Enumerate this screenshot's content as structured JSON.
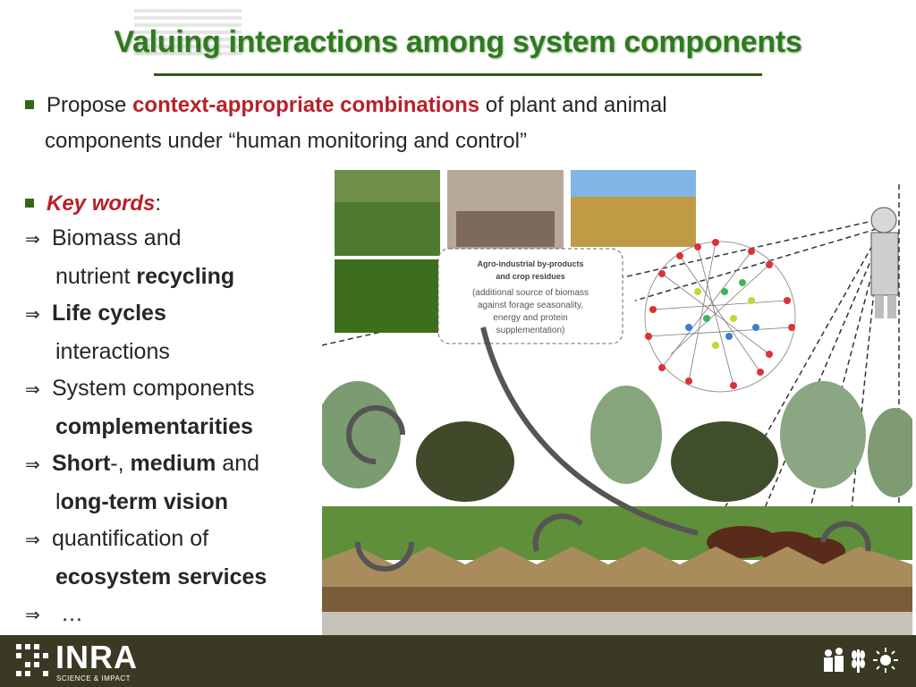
{
  "title": "Valuing interactions among system components",
  "intro": {
    "before": "Propose ",
    "highlight": "context-appropriate combinations",
    "after": " of plant and animal",
    "line2": "components under “human monitoring and control”"
  },
  "keywords_heading": {
    "label": "Key words",
    "colon": ":"
  },
  "keywords": [
    {
      "a": "Biomass and",
      "b1": "nutrient ",
      "b2": "recycling"
    },
    {
      "a_bold": "Life cycles",
      "b": "interactions"
    },
    {
      "a": "System components",
      "b_bold": "complementarities"
    },
    {
      "p1": "Short",
      "p2": "-, ",
      "p3": "medium",
      "p4": " and",
      "q1": "l",
      "q2": "ong-term vision"
    },
    {
      "a": "quantification of",
      "b_bold": "ecosystem services"
    },
    {
      "a": "…"
    }
  ],
  "arrow_symbol": "⇒",
  "figure": {
    "box_title_line1": "Agro-industrial by-products",
    "box_title_line2": "and crop residues",
    "box_body": [
      "(additional source of biomass",
      "against forage seasonality,",
      "energy and protein",
      "supplementation)"
    ]
  },
  "footer": {
    "logo": "INRA",
    "tagline": "SCIENCE & IMPACT"
  },
  "colors": {
    "title_green": "#2f7a1f",
    "accent_red": "#b8202a",
    "footer_bg": "#3a3a24"
  }
}
